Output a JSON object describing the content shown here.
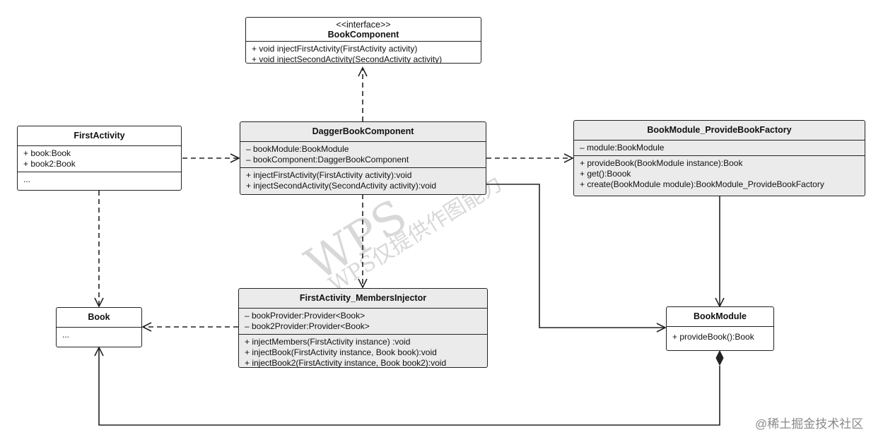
{
  "classes": {
    "book_component": {
      "stereotype": "<<interface>>",
      "name": "BookComponent",
      "attributes": [],
      "methods": [
        "+ void injectFirstActivity(FirstActivity activity)",
        "+ void injectSecondActivity(SecondActivity activity)"
      ]
    },
    "first_activity": {
      "name": "FirstActivity",
      "attributes": [
        "+ book:Book",
        "+ book2:Book"
      ],
      "methods": [
        "..."
      ]
    },
    "dagger_book_component": {
      "name": "DaggerBookComponent",
      "attributes": [
        "– bookModule:BookModule",
        "– bookComponent:DaggerBookComponent"
      ],
      "methods": [
        "+ injectFirstActivity(FirstActivity activity):void",
        "+ injectSecondActivity(SecondActivity activity):void"
      ]
    },
    "book_module_factory": {
      "name": "BookModule_ProvideBookFactory",
      "attributes": [
        "– module:BookModule"
      ],
      "methods": [
        "+ provideBook(BookModule instance):Book",
        "+ get():Boook",
        "+ create(BookModule module):BookModule_ProvideBookFactory"
      ]
    },
    "book": {
      "name": "Book",
      "attributes": [
        "..."
      ]
    },
    "members_injector": {
      "name": "FirstActivity_MembersInjector",
      "attributes": [
        "– bookProvider:Provider<Book>",
        "– book2Provider:Provider<Book>"
      ],
      "methods": [
        "+ injectMembers(FirstActivity instance) :void",
        "+ injectBook(FirstActivity instance, Book book):void",
        "+ injectBook2(FirstActivity instance, Book book2):void"
      ]
    },
    "book_module": {
      "name": "BookModule",
      "methods": [
        "+ provideBook():Book"
      ]
    }
  },
  "watermark": "@稀土掘金技术社区",
  "background_marks": [
    "WPS",
    "WPS仅提供作图能力"
  ],
  "colors": {
    "border": "#222222",
    "shaded_header": "#ebebeb",
    "background": "#ffffff",
    "watermark_text": "#8a8a8a"
  }
}
